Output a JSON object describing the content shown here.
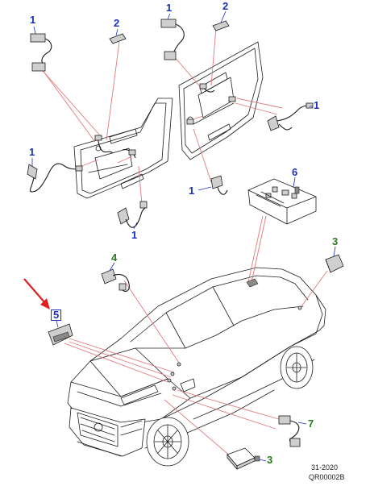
{
  "diagram": {
    "callouts": {
      "c1_top_left": "1",
      "c2_top_left": "2",
      "c1_top_right": "1",
      "c2_top_right": "2",
      "c1_right_door": "1",
      "c1_left_lower": "1",
      "c1_mid_lower": "1",
      "c1_right_lower": "1",
      "c6_roof_module": "6",
      "c3_rear_sensor": "3",
      "c4_mirror_sensor": "4",
      "c5_front_sensor": "5",
      "c7_connector": "7",
      "c3_control_unit": "3"
    },
    "footer": {
      "year_code": "31-2020",
      "figure_code": "QR00002B"
    },
    "colors": {
      "callout_blue": "#1a2fbf",
      "callout_green": "#2a7a1e",
      "leader_red": "#e07a7a",
      "arrow_red": "#e02020"
    }
  }
}
